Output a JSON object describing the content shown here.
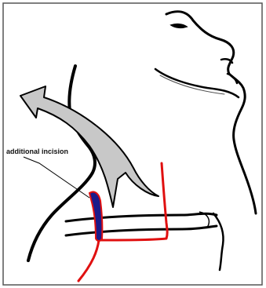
{
  "diagram": {
    "annotation_label": "additional incision",
    "colors": {
      "outline": "#000000",
      "incision": "#e01010",
      "additional_incision_fill": "#1b1a8a",
      "flap_arrow_fill": "#c8c8c8",
      "border": "#555555"
    },
    "elements": [
      "neck-profile-outline",
      "skin-flap-arrow",
      "surgical-incision",
      "additional-incision",
      "clavicle-lines",
      "pointer-line"
    ]
  }
}
